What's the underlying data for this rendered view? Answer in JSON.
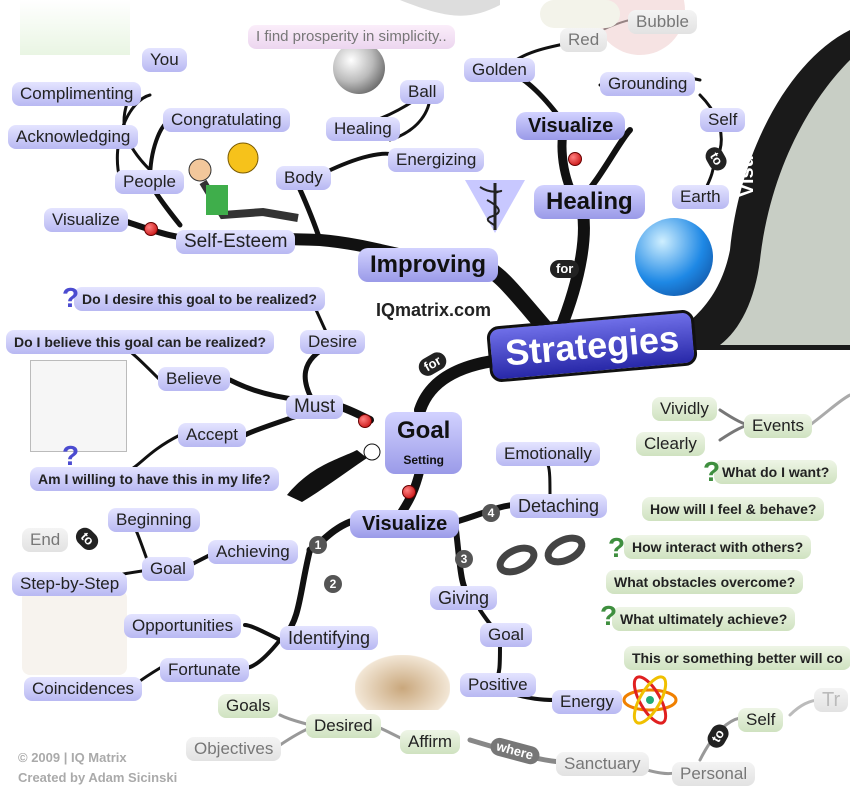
{
  "center": {
    "label": "Strategies"
  },
  "watermark": "IQmatrix.com",
  "vertical_label": "Visualization",
  "connectors": {
    "for_improving": "for",
    "for_goal": "for",
    "to_end": "to",
    "to_earth": "to",
    "to_self": "to",
    "where": "where"
  },
  "top_quote": "I find prosperity in simplicity..",
  "improving": {
    "label": "Improving",
    "self_esteem": "Self-Esteem",
    "visualize": "Visualize",
    "people": "People",
    "congratulating": "Congratulating",
    "you": "You",
    "complimenting": "Complimenting",
    "acknowledging": "Acknowledging",
    "body": "Body",
    "healing": "Healing",
    "energizing": "Energizing",
    "ball": "Ball"
  },
  "healing_branch": {
    "label": "Healing",
    "visualize": "Visualize",
    "golden": "Golden",
    "red": "Red",
    "bubble": "Bubble",
    "grounding": "Grounding",
    "self": "Self",
    "earth": "Earth"
  },
  "goal": {
    "label": "Goal",
    "sub": "Setting",
    "must": "Must",
    "desire": "Desire",
    "desire_q": "Do I desire this goal to be realized?",
    "believe": "Believe",
    "believe_q": "Do I believe this goal can be realized?",
    "accept": "Accept",
    "accept_q": "Am I willing to have this in my life?"
  },
  "visualize_branch": {
    "label": "Visualize",
    "achieving": "Achieving",
    "goal": "Goal",
    "beginning": "Beginning",
    "end": "End",
    "step": "Step-by-Step",
    "identifying": "Identifying",
    "opportunities": "Opportunities",
    "fortunate": "Fortunate",
    "coincidences": "Coincidences",
    "giving": "Giving",
    "giving_goal": "Goal",
    "positive": "Positive",
    "energy": "Energy",
    "detaching": "Detaching",
    "emotionally": "Emotionally",
    "n1": "1",
    "n2": "2",
    "n3": "3",
    "n4": "4"
  },
  "right_green": {
    "vividly": "Vividly",
    "clearly": "Clearly",
    "events": "Events",
    "q1": "What do I want?",
    "q2": "How will I feel & behave?",
    "q3": "How interact with others?",
    "q4": "What obstacles overcome?",
    "q5": "What ultimately achieve?",
    "statement": "This or something better will co"
  },
  "bottom_grey": {
    "goals": "Goals",
    "objectives": "Objectives",
    "desired": "Desired",
    "affirm": "Affirm",
    "sanctuary": "Sanctuary",
    "personal": "Personal",
    "self": "Self",
    "tr": "Tr"
  },
  "credits": {
    "line1": "© 2009 | IQ Matrix",
    "line2": "Created by Adam Sicinski"
  }
}
